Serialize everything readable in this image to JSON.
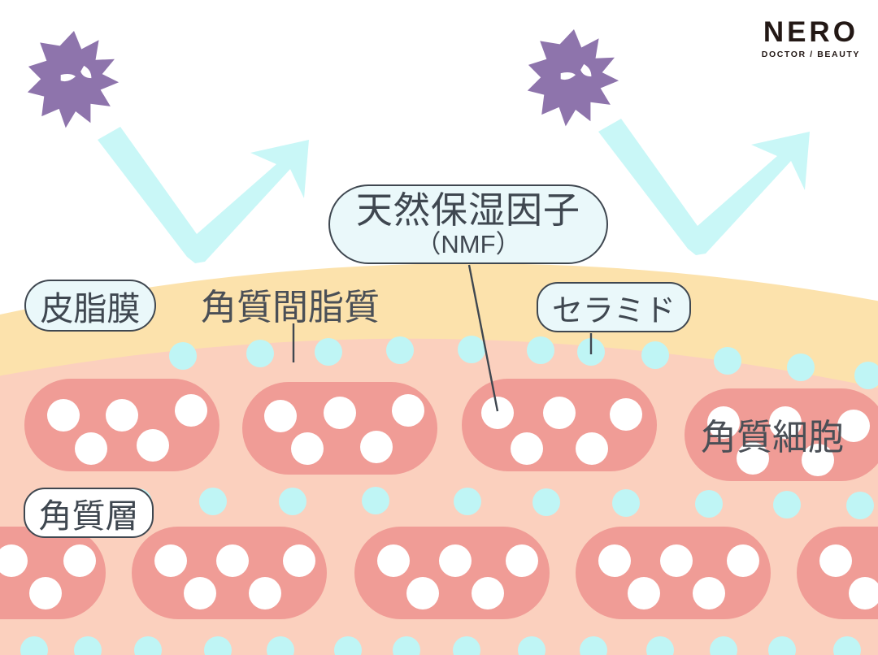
{
  "brand": {
    "name": "NERO",
    "tagline": "DOCTOR / BEAUTY"
  },
  "diagram": {
    "title": "skin-barrier-structure",
    "labels": {
      "nmf_line1": "天然保湿因子",
      "nmf_line2": "（NMF）",
      "sebum_film": "皮脂膜",
      "intercellular_lipid": "角質間脂質",
      "ceramide": "セラミド",
      "stratum_corneum": "角質層",
      "corneocyte": "角質細胞"
    },
    "icons": {
      "germ_left": "germ-icon",
      "germ_right": "germ-icon",
      "arrow_left": "bounce-arrow-icon",
      "arrow_right": "bounce-arrow-icon"
    },
    "counts": {
      "germs": 2,
      "deflect_arrows": 2,
      "cell_rows": 2,
      "dots_per_cell": 5,
      "ceramide_dot_rows": 3
    }
  },
  "colors": {
    "background": "#ffffff",
    "sebum_layer": "#fce2ac",
    "corneum_background": "#fbd0be",
    "corneocyte": "#f09c96",
    "nmf_dot": "#ffffff",
    "ceramide_dot": "#bff5f5",
    "arrow": "#c9f7f7",
    "germ": "#8e74ac",
    "label_border": "#3f4750",
    "label_fill": "#eaf8fa",
    "label_text": "#4a4f56",
    "leader_line": "#3f4750",
    "logo_text": "#231815"
  }
}
